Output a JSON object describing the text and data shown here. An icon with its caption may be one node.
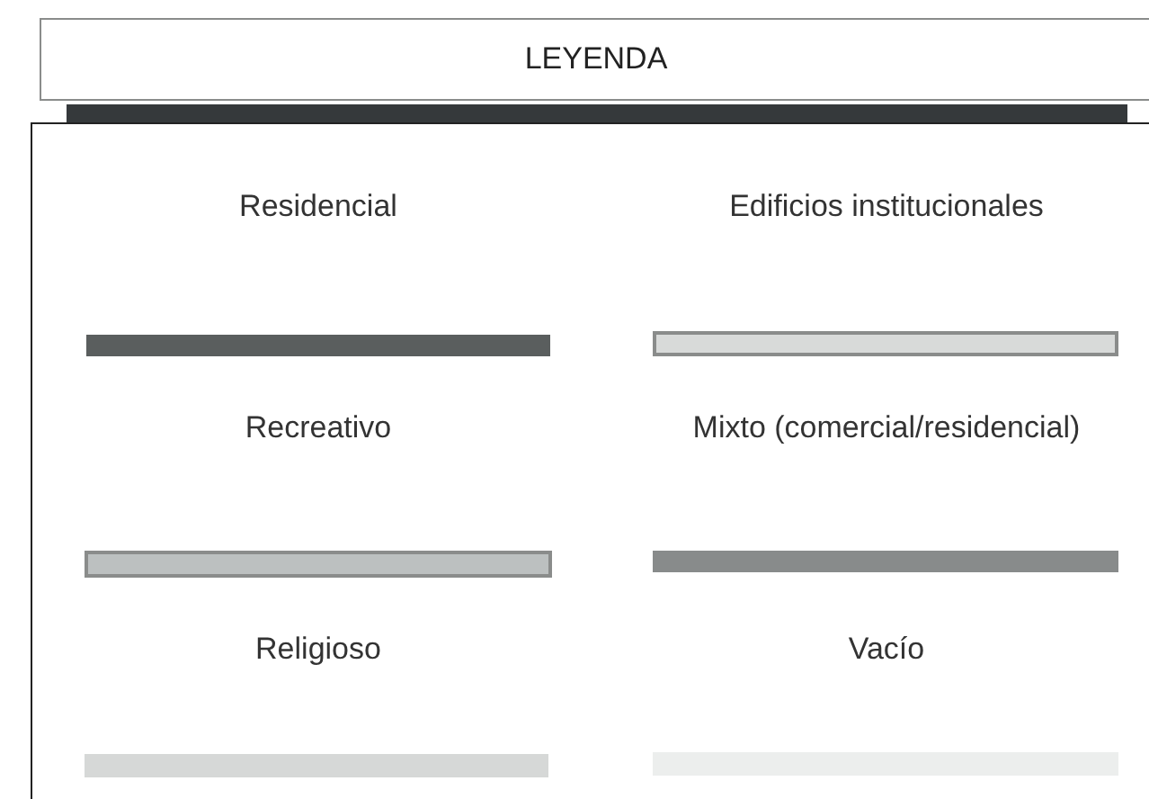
{
  "diagram": {
    "title": "LEYENDA",
    "legend": [
      {
        "text": "Residencial",
        "color": "#5a5e5e"
      },
      {
        "text": "Edificios institucionales",
        "color": "#d8dad9"
      },
      {
        "text": "Recreativo",
        "color": "#bcc0c0"
      },
      {
        "text": "Mixto (comercial/residencial)",
        "color": "#888b8b"
      },
      {
        "text": "Religioso",
        "color": "#d6d8d7"
      },
      {
        "text": "Vacío",
        "color": "#eceeed"
      }
    ]
  }
}
